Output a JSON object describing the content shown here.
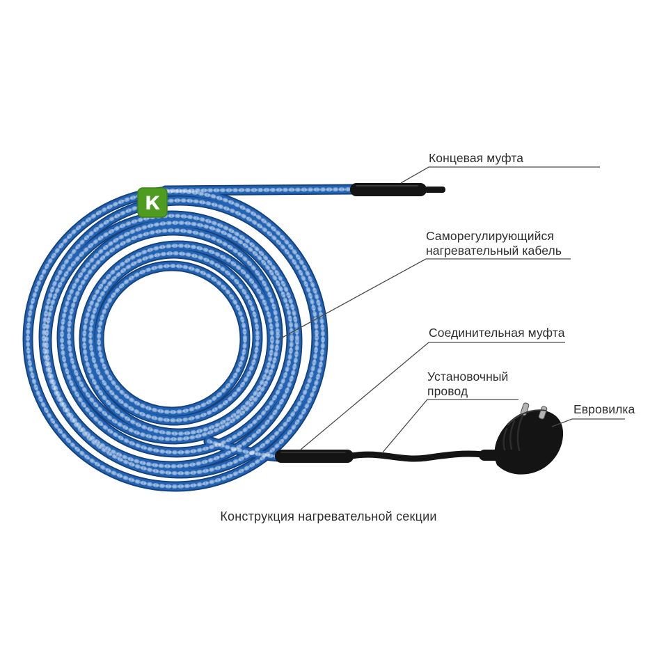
{
  "page": {
    "caption": "Конструкция нагревательной секции"
  },
  "logo": {
    "letter": "К"
  },
  "labels": {
    "end_sleeve": "Концевая муфта",
    "cable_line1": "Саморегулирующийся",
    "cable_line2": "нагревательный кабель",
    "junction": "Соединительная муфта",
    "wire_line1": "Установочный",
    "wire_line2": "провод",
    "plug": "Евровилка"
  },
  "colors": {
    "cable_blue": "#2263b4",
    "cable_blue_dark": "#16427e",
    "black_part": "#141414",
    "logo_green": "#4d9c20",
    "leader_line": "#4a4a4a",
    "text": "#2e2e2e"
  }
}
